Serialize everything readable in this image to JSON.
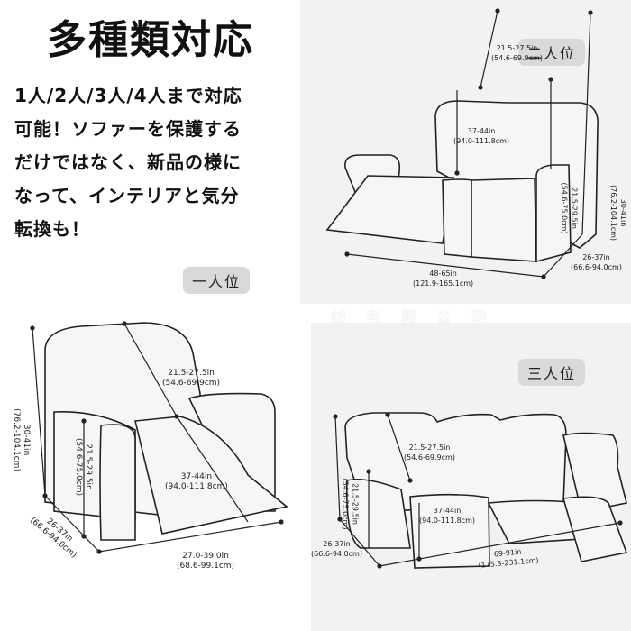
{
  "title": "多種類対応",
  "description": [
    "1人/2人/3人/4人まで対応",
    "可能！ソファーを保護する",
    "だけではなく、新品の様に",
    "なって、インテリアと気分",
    "転換も！"
  ],
  "panels": {
    "two_seat": {
      "label": "二人位",
      "back_height": "21.5-27.5in",
      "back_height_cm": "(54.6-69.9cm)",
      "seat_depth": "37-44in",
      "seat_depth_cm": "(94.0-111.8cm)",
      "arm_height": "21.5-29.5in",
      "arm_height_cm": "(54.6-75.0cm)",
      "total_height": "30-41in",
      "total_height_cm": "(76.2-104.1cm)",
      "depth": "26-37in",
      "depth_cm": "(66.6-94.0cm)",
      "width": "48-65in",
      "width_cm": "(121.9-165.1cm)"
    },
    "one_seat": {
      "label": "一人位",
      "back_height": "21.5-27.5in",
      "back_height_cm": "(54.6-69.9cm)",
      "seat_depth": "37-44in",
      "seat_depth_cm": "(94.0-111.8cm)",
      "arm_height": "21.5-29.5in",
      "arm_height_cm": "(54.6-75.0cm)",
      "total_height": "30-41in",
      "total_height_cm": "(76.2-104.1cm)",
      "depth": "26-37in",
      "depth_cm": "(66.6-94.0cm)",
      "width": "27.0-39.0in",
      "width_cm": "(68.6-99.1cm)"
    },
    "three_seat": {
      "label": "三人位",
      "back_height": "21.5-27.5in",
      "back_height_cm": "(54.6-69.9cm)",
      "seat_depth": "37-44in",
      "seat_depth_cm": "(94.0-111.8cm)",
      "arm_height": "21.5-29.5in",
      "arm_height_cm": "(54.6-75.0cm)",
      "depth": "26-37in",
      "depth_cm": "(66.6-94.0cm)",
      "width": "69-91in",
      "width_cm": "(175.3-231.1cm)",
      "watermark": "纺有限公司"
    }
  }
}
